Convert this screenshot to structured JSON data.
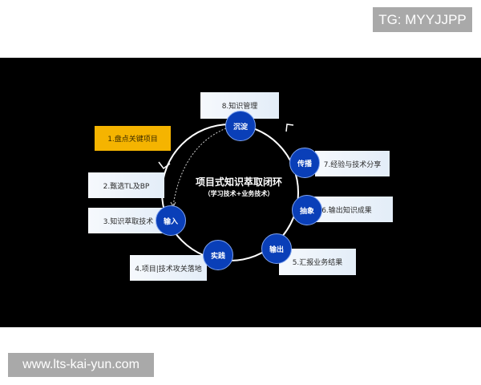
{
  "watermarks": {
    "top": "TG: MYYJJPP",
    "bottom": "www.lts-kai-yun.com"
  },
  "diagram": {
    "title": "项目式知识萃取闭环",
    "subtitle": "（学习技术+业务技术）",
    "colors": {
      "background": "#000000",
      "node_fill": "#0a3fb8",
      "highlight_box": "#f5b400",
      "box": "#eef3fa",
      "ring": "#ffffff"
    },
    "nodes": [
      {
        "label": "沉淀"
      },
      {
        "label": "传播"
      },
      {
        "label": "抽象"
      },
      {
        "label": "输出"
      },
      {
        "label": "实践"
      },
      {
        "label": "输入"
      }
    ],
    "steps": [
      {
        "label": "1.盘点关键项目"
      },
      {
        "label": "2.甄选TL及BP"
      },
      {
        "label": "3.知识萃取技术"
      },
      {
        "label": "4.项目|技术攻关落地"
      },
      {
        "label": "5.汇报业务结果"
      },
      {
        "label": "6.输出知识成果"
      },
      {
        "label": "7.经验与技术分享"
      },
      {
        "label": "8.知识管理"
      }
    ]
  }
}
